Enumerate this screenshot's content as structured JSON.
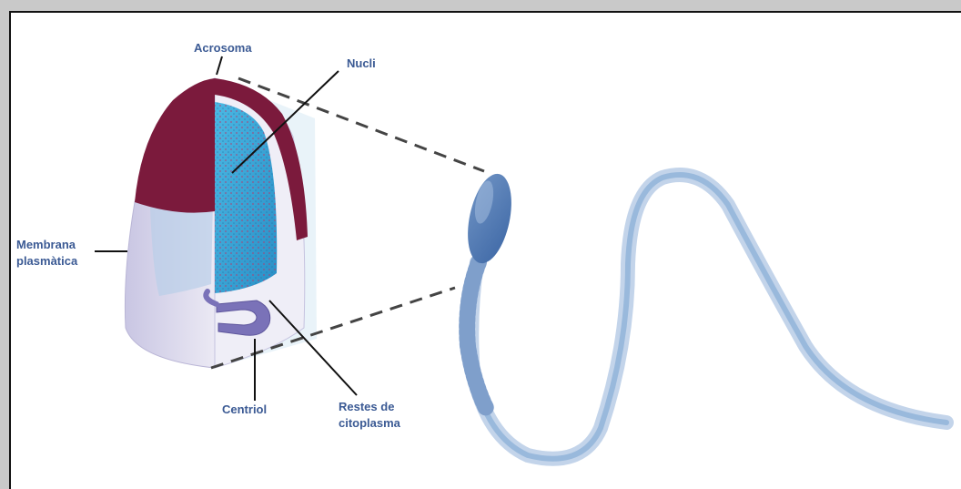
{
  "labels": {
    "acrosome": "Acrosoma",
    "nucleus": "Nucli",
    "membrane": "Membrana\nplasmàtica",
    "centriole": "Centriol",
    "cytoplasm": "Restes de\ncitoplasma"
  },
  "colors": {
    "label_text": "#3b5a94",
    "acrosome": "#7b1a3c",
    "nucleus": "#3aa6d6",
    "membrane": "#d9d6ea",
    "centriole": "#7a72b8",
    "sperm": "#8fb1d8"
  }
}
